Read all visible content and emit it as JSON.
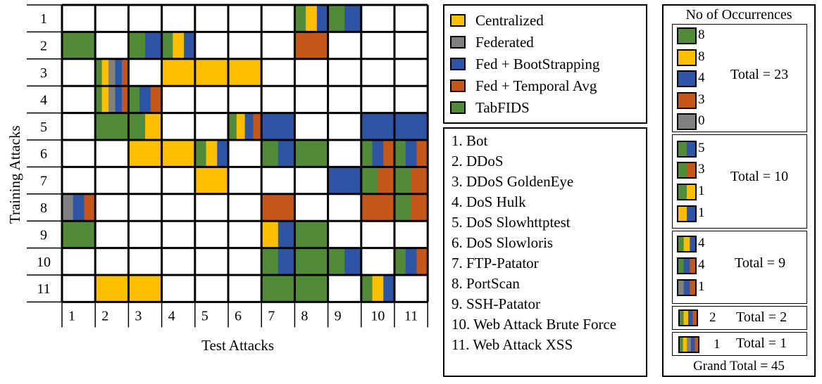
{
  "colors": {
    "Centralized": "#fbbf00",
    "Federated": "#808080",
    "Fed + BootStrapping": "#2e55a3",
    "Fed + Temporal Avg": "#c5571a",
    "TabFIDS": "#518a39"
  },
  "chart_data": {
    "type": "heatmap",
    "xlabel": "Test Attacks",
    "ylabel": "Training Attacks",
    "x_ticks": [
      "1",
      "2",
      "3",
      "4",
      "5",
      "6",
      "7",
      "8",
      "9",
      "10",
      "11"
    ],
    "y_ticks": [
      "1",
      "2",
      "3",
      "4",
      "5",
      "6",
      "7",
      "8",
      "9",
      "10",
      "11"
    ],
    "legend": [
      "Centralized",
      "Federated",
      "Fed + BootStrapping",
      "Fed + Temporal Avg",
      "TabFIDS"
    ],
    "cell_codes": {
      "G": "TabFIDS",
      "Y": "Centralized",
      "B": "Fed + BootStrapping",
      "O": "Fed + Temporal Avg",
      "R": "Federated"
    },
    "cells": [
      [
        "",
        "",
        "",
        "",
        "",
        "",
        "",
        "GYB",
        "GB",
        "",
        ""
      ],
      [
        "G",
        "",
        "GB",
        "GYB",
        "",
        "",
        "",
        "O",
        "",
        "",
        ""
      ],
      [
        "",
        "GYRBO",
        "",
        "Y",
        "Y",
        "Y",
        "",
        "",
        "",
        "",
        ""
      ],
      [
        "",
        "GYRBO",
        "GBO",
        "",
        "",
        "",
        "",
        "",
        "",
        "",
        ""
      ],
      [
        "",
        "G",
        "GY",
        "",
        "",
        "GYBO",
        "B",
        "",
        "",
        "B",
        "B"
      ],
      [
        "",
        "",
        "Y",
        "Y",
        "GYB",
        "",
        "GB",
        "G",
        "",
        "GBO",
        "GBO"
      ],
      [
        "",
        "",
        "",
        "",
        "Y",
        "",
        "",
        "",
        "B",
        "GO",
        "GO"
      ],
      [
        "RBO",
        "",
        "",
        "",
        "",
        "",
        "O",
        "",
        "",
        "O",
        "GO"
      ],
      [
        "G",
        "",
        "",
        "",
        "",
        "",
        "YB",
        "G",
        "",
        "",
        ""
      ],
      [
        "",
        "",
        "",
        "",
        "",
        "",
        "GB",
        "G",
        "GB",
        "",
        "GBO"
      ],
      [
        "",
        "Y",
        "Y",
        "",
        "",
        "",
        "G",
        "G",
        "",
        "GYB",
        ""
      ]
    ]
  },
  "legend_labels": [
    "Centralized",
    "Federated",
    "Fed + BootStrapping",
    "Fed + Temporal Avg",
    "TabFIDS"
  ],
  "attack_list": [
    "1.  Bot",
    "2.  DDoS",
    "3.  DDoS GoldenEye",
    "4.  DoS Hulk",
    "5.  DoS Slowhttptest",
    "6.  DoS Slowloris",
    "7.  FTP-Patator",
    "8.  PortScan",
    "9.  SSH-Patator",
    "10. Web Attack Brute Force",
    "11. Web Attack XSS"
  ],
  "occurrences": {
    "title": "No of Occurrences",
    "groups": [
      {
        "rows": [
          {
            "swatch": "G",
            "count": "8"
          },
          {
            "swatch": "Y",
            "count": "8"
          },
          {
            "swatch": "B",
            "count": "4"
          },
          {
            "swatch": "O",
            "count": "3"
          },
          {
            "swatch": "R",
            "count": "0"
          }
        ],
        "total": "Total = 23"
      },
      {
        "rows": [
          {
            "swatch": "GB",
            "count": "5"
          },
          {
            "swatch": "GO",
            "count": "3"
          },
          {
            "swatch": "GY",
            "count": "1"
          },
          {
            "swatch": "YB",
            "count": "1"
          }
        ],
        "total": "Total = 10"
      },
      {
        "rows": [
          {
            "swatch": "GYB",
            "count": "4"
          },
          {
            "swatch": "GBO",
            "count": "4"
          },
          {
            "swatch": "RBO",
            "count": "1"
          }
        ],
        "total": "Total = 9"
      },
      {
        "rows": [
          {
            "swatch": "GYBO",
            "count": "2"
          }
        ],
        "total": "Total = 2"
      },
      {
        "rows": [
          {
            "swatch": "GYRBO",
            "count": "1"
          }
        ],
        "total": "Total = 1"
      }
    ],
    "grand_total": "Grand Total = 45"
  }
}
